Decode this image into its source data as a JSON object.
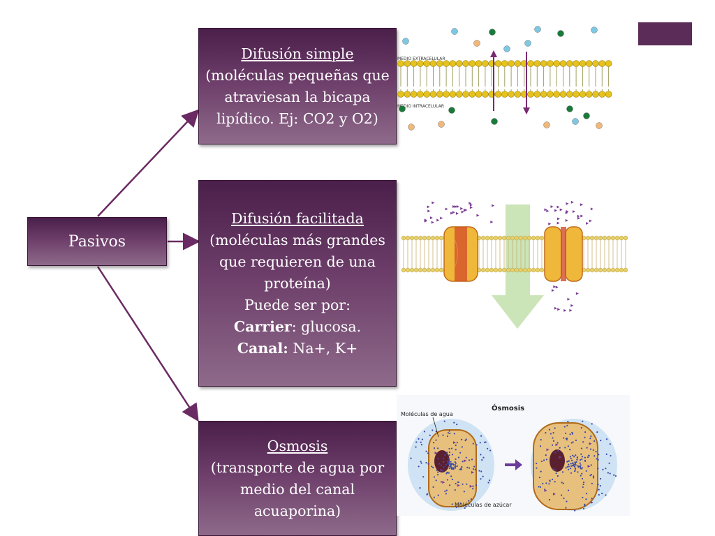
{
  "nodes": {
    "pasivos": "Pasivos",
    "simple": {
      "title": "Difusión simple",
      "desc": "(moléculas pequeñas que atraviesan la bicapa lipídico. Ej: CO2 y O2)"
    },
    "facilitada": {
      "title": "Difusión facilitada",
      "desc": "(moléculas más grandes que requieren de una proteína)",
      "line3": "Puede ser por:",
      "carrier_label": "Carrier",
      "carrier_text": ": glucosa.",
      "canal_label": "Canal:",
      "canal_text": " Na+, K+"
    },
    "osmosis": {
      "title": "Osmosis",
      "desc": "(transporte de agua por medio del canal acuaporina)"
    }
  },
  "images": {
    "membrane": {
      "top_label": "MEDIO EXTRACELULAR",
      "bottom_label": "MEDIO INTRACELULAR"
    },
    "osmosis": {
      "title": "Ósmosis",
      "label_water": "Moléculas de agua",
      "label_sugar": "Moléculas de azúcar"
    }
  },
  "colors": {
    "box_dark": "#4a1f4a",
    "box_light": "#8e6a8a",
    "arrow": "#6a2a63",
    "accent": "#5b2c57"
  }
}
